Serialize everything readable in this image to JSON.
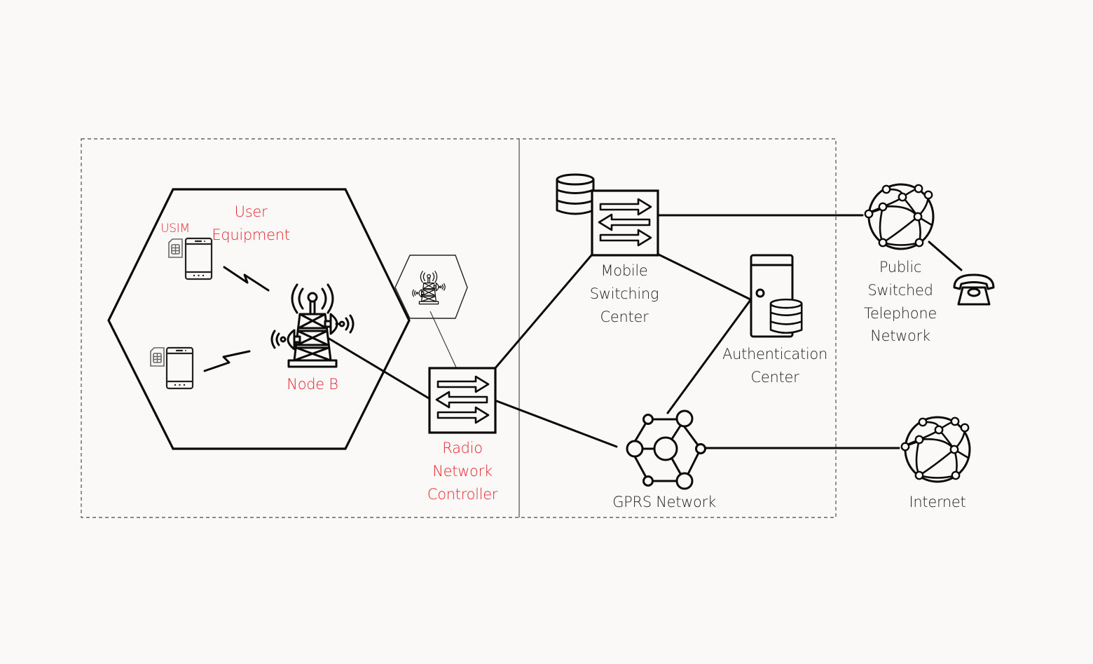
{
  "diagram": {
    "title": "UMTS Network Architecture",
    "colors": {
      "background": "#faf9f7",
      "accent_red": "#e8242b",
      "line": "#0a0a0a",
      "boundary_dashed": "#666666"
    },
    "regions": [
      {
        "id": "radio-access-network",
        "style": "dashed-box"
      },
      {
        "id": "core-network",
        "style": "dashed-box"
      }
    ],
    "nodes": {
      "usim": {
        "label": "USIM",
        "icon": "sim-card-icon",
        "color": "red"
      },
      "user_equipment": {
        "label_lines": [
          "User",
          "Equipment"
        ],
        "icon": "smartphone-icon",
        "color": "red"
      },
      "node_b": {
        "label": "Node B",
        "icon": "cell-tower-icon",
        "color": "red"
      },
      "neighbor_cell": {
        "icon": "cell-tower-icon"
      },
      "rnc": {
        "label_lines": [
          "Radio",
          "Network",
          "Controller"
        ],
        "icon": "switch-arrows-icon",
        "color": "red"
      },
      "msc": {
        "label_lines": [
          "Mobile",
          "Switching",
          "Center"
        ],
        "icon": "switch-arrows-icon",
        "extra_icon": "database-icon"
      },
      "auc": {
        "label_lines": [
          "Authentication",
          "Center"
        ],
        "icon": "server-database-icon"
      },
      "gprs": {
        "label": "GPRS Network",
        "icon": "network-hub-icon"
      },
      "pstn": {
        "label_lines": [
          "Public",
          "Switched",
          "Telephone",
          "Network"
        ],
        "icon": "globe-network-icon"
      },
      "telephone": {
        "icon": "telephone-icon"
      },
      "internet": {
        "label": "Internet",
        "icon": "globe-network-icon"
      }
    },
    "connections": [
      {
        "from": "user_equipment",
        "to": "node_b",
        "type": "wireless"
      },
      {
        "from": "user_equipment",
        "to": "node_b",
        "type": "wireless"
      },
      {
        "from": "node_b",
        "to": "rnc",
        "type": "wired"
      },
      {
        "from": "neighbor_cell",
        "to": "rnc",
        "type": "wired-thin"
      },
      {
        "from": "rnc",
        "to": "msc",
        "type": "wired"
      },
      {
        "from": "rnc",
        "to": "gprs",
        "type": "wired"
      },
      {
        "from": "msc",
        "to": "pstn",
        "type": "wired"
      },
      {
        "from": "msc",
        "to": "auc",
        "type": "wired"
      },
      {
        "from": "auc",
        "to": "gprs",
        "type": "wired"
      },
      {
        "from": "pstn",
        "to": "telephone",
        "type": "wired"
      },
      {
        "from": "gprs",
        "to": "internet",
        "type": "wired"
      }
    ]
  }
}
